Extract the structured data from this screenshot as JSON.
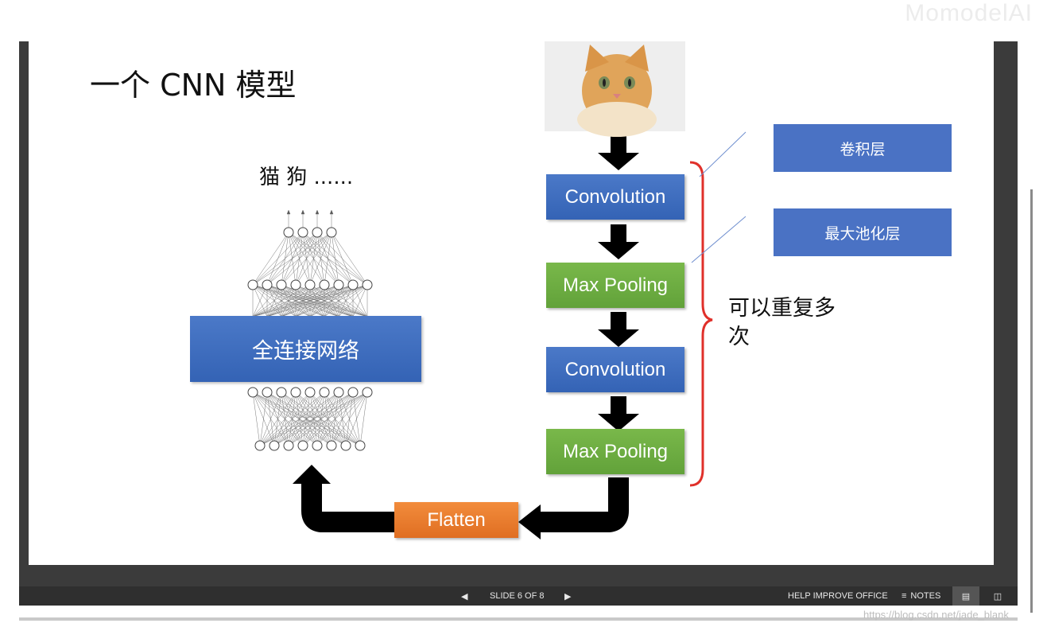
{
  "watermark": "MomodelAI",
  "slide": {
    "title": "一个 CNN 模型",
    "outputs_label": "猫 狗 ......",
    "fc_label": "全连接网络",
    "layers": [
      "Convolution",
      "Max Pooling",
      "Convolution",
      "Max Pooling"
    ],
    "flatten_label": "Flatten",
    "callouts": [
      "卷积层",
      "最大池化层"
    ],
    "repeat_note": "可以重复多次"
  },
  "status_bar": {
    "slide_counter": "SLIDE 6 OF 8",
    "help_label": "HELP IMPROVE OFFICE",
    "notes_label": "NOTES"
  },
  "source_watermark": "https://blog.csdn.net/jade_blank",
  "colors": {
    "conv": "#3f6ec0",
    "pool": "#6aab40",
    "flatten": "#e8782c",
    "callout": "#4a72c4",
    "brace": "#e0302a",
    "frame": "#3b3b3b"
  },
  "icons": [
    "prev-slide-icon",
    "next-slide-icon",
    "notes-icon",
    "reading-view-icon",
    "slideshow-icon"
  ]
}
